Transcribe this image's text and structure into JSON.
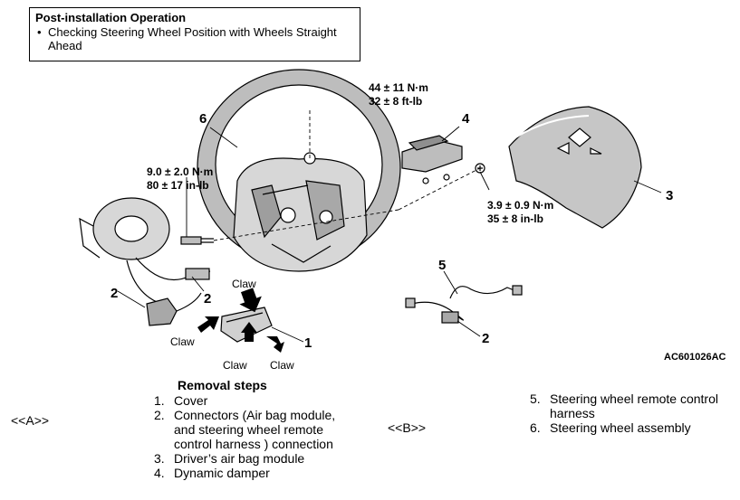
{
  "post_install": {
    "title": "Post-installation Operation",
    "item_lines": [
      "Checking Steering Wheel Position with Wheels Straight",
      "Ahead"
    ]
  },
  "torque": {
    "top_nm": "44 ± 11 N·m",
    "top_ftlb": "32 ± 8 ft-lb",
    "left_nm": "9.0 ± 2.0 N·m",
    "left_inlb": "80 ± 17 in-lb",
    "right_nm": "3.9 ± 0.9 N·m",
    "right_inlb": "35 ± 8 in-lb"
  },
  "callouts": {
    "c6": "6",
    "c4": "4",
    "c3": "3",
    "c2a": "2",
    "c2b": "2",
    "c1": "1",
    "c5": "5",
    "c2c": "2"
  },
  "claws": {
    "top": "Claw",
    "left": "Claw",
    "bottom_left": "Claw",
    "bottom_right": "Claw"
  },
  "figure_code": "AC601026AC",
  "removal": {
    "title": "Removal steps",
    "ref_a": "<<A>>",
    "ref_b": "<<B>>",
    "steps": [
      {
        "n": "1.",
        "lines": [
          "Cover"
        ]
      },
      {
        "n": "2.",
        "lines": [
          "Connectors (Air bag module,",
          "and steering wheel remote",
          "control harness ) connection"
        ]
      },
      {
        "n": "3.",
        "lines": [
          "Driver’s air bag module"
        ]
      },
      {
        "n": "4.",
        "lines": [
          "Dynamic damper"
        ]
      },
      {
        "n": "5.",
        "lines": [
          "Steering wheel remote control",
          "harness"
        ]
      },
      {
        "n": "6.",
        "lines": [
          "Steering wheel assembly"
        ]
      }
    ]
  }
}
